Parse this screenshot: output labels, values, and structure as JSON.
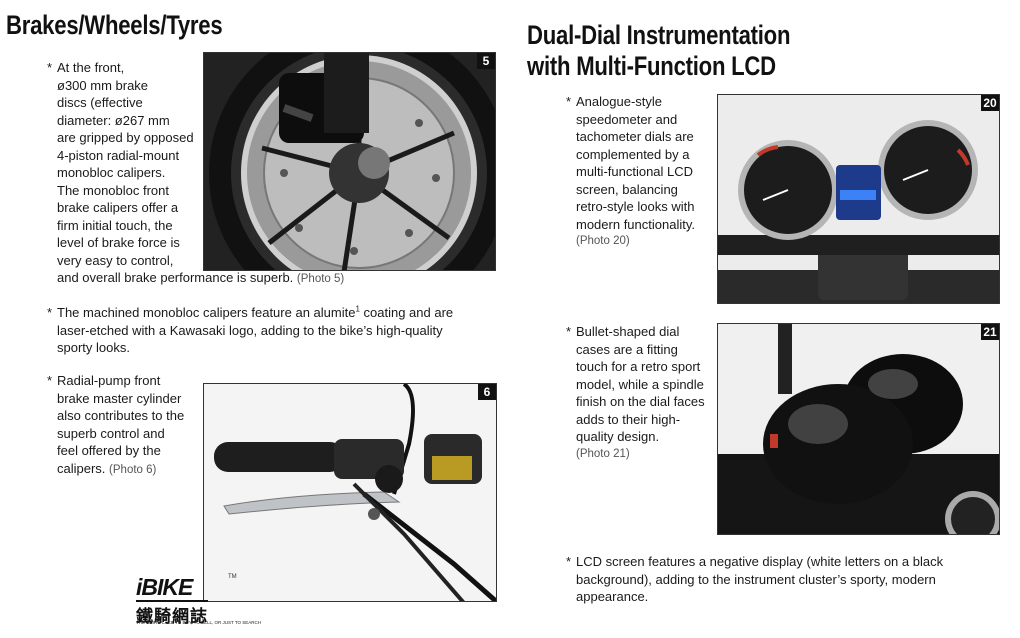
{
  "left": {
    "heading": "Brakes/Wheels/Tyres",
    "bullets": [
      {
        "lines": [
          "At the front,",
          "ø300 mm brake",
          "discs (effective",
          "diameter: ø267 mm",
          "are gripped by opposed",
          "4-piston radial-mount",
          "monobloc calipers.",
          "The monobloc front",
          "brake calipers offer a",
          "firm initial touch, the",
          "level of brake force is",
          "very easy to control,"
        ],
        "last_line": "and overall brake performance is superb.",
        "ref": "(Photo 5)"
      },
      {
        "line1_a": "The machined monobloc calipers feature an alumite",
        "sup": "1",
        "line1_b": " coating and are",
        "lines": [
          "laser-etched with a Kawasaki logo, adding to the bike’s high-quality",
          "sporty looks."
        ]
      },
      {
        "lines": [
          "Radial-pump front",
          "brake master cylinder",
          "also contributes to the",
          "superb control and",
          "feel offered by the"
        ],
        "last_line": "calipers.",
        "ref": "(Photo 6)"
      }
    ],
    "photos": [
      {
        "number": "5",
        "subject": "front brake disc and caliper"
      },
      {
        "number": "6",
        "subject": "brake master cylinder and lever"
      }
    ]
  },
  "right": {
    "heading_line1": "Dual-Dial Instrumentation",
    "heading_line2": "with Multi-Function LCD",
    "bullets": [
      {
        "lines": [
          "Analogue-style",
          "speedometer and",
          "tachometer dials are",
          "complemented by a",
          "multi-functional LCD",
          "screen, balancing",
          "retro-style looks with",
          "modern functionality."
        ],
        "ref": "(Photo 20)"
      },
      {
        "lines": [
          "Bullet-shaped dial",
          "cases are a fitting",
          "touch for a retro sport",
          "model, while a spindle",
          "finish on the dial faces",
          "adds to their high-",
          "quality design."
        ],
        "ref": "(Photo 21)"
      },
      {
        "lines": [
          "LCD screen features a negative display (white letters on a black",
          "background), adding to the instrument cluster’s sporty, modern",
          "appearance."
        ]
      }
    ],
    "photos": [
      {
        "number": "20",
        "subject": "instrument cluster dials"
      },
      {
        "number": "21",
        "subject": "bullet-shaped dial cases"
      }
    ]
  },
  "logo": {
    "main": "iBIKE",
    "tm": "TM",
    "chinese": "鐵騎網誌",
    "tagline": "THE BEST PLACE TO BUY, TO SELL, OR JUST TO SEARCH"
  },
  "colors": {
    "tag_bg": "#111111",
    "tag_fg": "#ffffff",
    "text": "#1a1a1a",
    "lcd": "#1e3a8a",
    "accent_red": "#c0392b"
  }
}
